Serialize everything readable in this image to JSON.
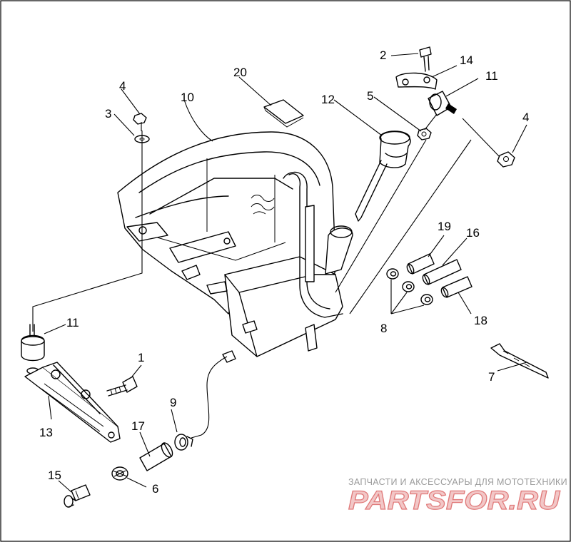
{
  "callouts": {
    "c1": "1",
    "c2": "2",
    "c3": "3",
    "c4a": "4",
    "c4b": "4",
    "c5": "5",
    "c6": "6",
    "c7": "7",
    "c8": "8",
    "c9": "9",
    "c10": "10",
    "c11a": "11",
    "c11b": "11",
    "c12": "12",
    "c13": "13",
    "c14": "14",
    "c15": "15",
    "c16": "16",
    "c17": "17",
    "c18": "18",
    "c19": "19",
    "c20": "20"
  },
  "watermark": {
    "caption": "ЗАПЧАСТИ И АКСЕССУАРЫ ДЛЯ МОТОТЕХНИКИ",
    "logo": "PARTSFOR.RU",
    "logo_color": "#e07a7a"
  }
}
